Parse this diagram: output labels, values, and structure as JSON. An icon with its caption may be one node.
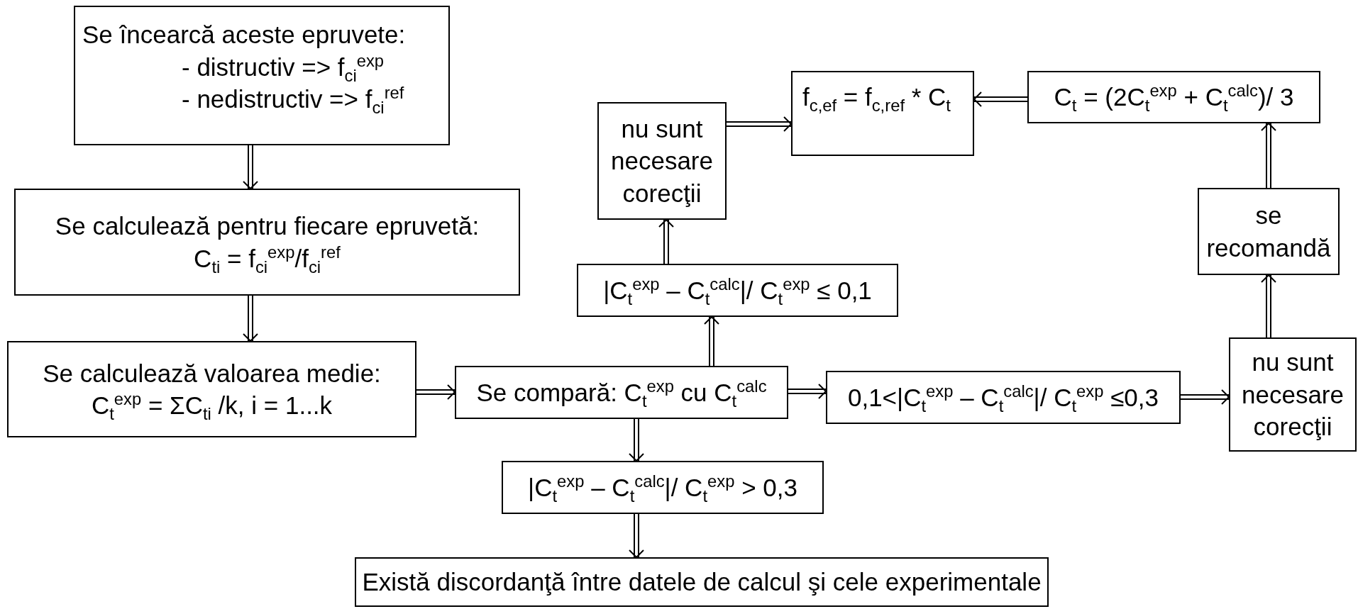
{
  "diagram": {
    "nodes": [
      {
        "text": [
          "Se încearcă aceste epruvete:",
          "- distructiv => f$_{ci}$$^{exp}$",
          "- nedistructiv => f$_{ci}$$^{ref}$"
        ]
      },
      {
        "text": [
          "Se calculează pentru fiecare epruvetă:",
          "C$_{ti}$ = f$_{ci}$$^{exp}$/f$_{ci}$$^{ref}$"
        ]
      },
      {
        "text": [
          "Se calculează valoarea medie:",
          "C$_{t}$$^{exp}$ = ΣC$_{ti}$ /k, i = 1...k"
        ]
      },
      {
        "text": [
          "Se compară: C$_{t}$$^{exp}$ cu C$_{t}$$^{calc}$"
        ]
      },
      {
        "text": [
          "0,1<|C$_{t}$$^{exp}$ – C$_{t}$$^{calc}$|/ C$_{t}$$^{exp}$ ≤0,3"
        ]
      },
      {
        "text": [
          "nu sunt necesare corecţii"
        ]
      },
      {
        "text": [
          "se recomandă"
        ]
      },
      {
        "text": [
          "C$_{t}$ = (2C$_{t}$$^{exp}$ + C$_{t}$$^{calc}$)/ 3"
        ]
      },
      {
        "text": [
          "f$_{c,ef}$ = f$_{c,ref}$ * C$_{t}$"
        ]
      },
      {
        "text": [
          "nu sunt necesare corecţii"
        ]
      },
      {
        "text": [
          "|C$_{t}$$^{exp}$ – C$_{t}$$^{calc}$|/ C$_{t}$$^{exp}$ ≤ 0,1"
        ]
      },
      {
        "text": [
          "|C$_{t}$$^{exp}$ – C$_{t}$$^{calc}$|/ C$_{t}$$^{exp}$ > 0,3"
        ]
      },
      {
        "text": [
          "Există discordanţă între datele de calcul şi cele experimentale"
        ]
      }
    ],
    "edges": [
      {
        "from": 0,
        "to": 1,
        "arrow": "to"
      },
      {
        "from": 1,
        "to": 2,
        "arrow": "to"
      },
      {
        "from": 2,
        "to": 3,
        "arrow": "to"
      },
      {
        "from": 3,
        "to": 4,
        "arrow": "to"
      },
      {
        "from": 4,
        "to": 5,
        "arrow": "to"
      },
      {
        "from": 5,
        "to": 6,
        "arrow": "to"
      },
      {
        "from": 6,
        "to": 7,
        "arrow": "to"
      },
      {
        "from": 7,
        "to": 8,
        "arrow": "to"
      },
      {
        "from": 9,
        "to": 8,
        "arrow": "to"
      },
      {
        "from": 3,
        "to": 10,
        "arrow": "to"
      },
      {
        "from": 10,
        "to": 9,
        "arrow": "to"
      },
      {
        "from": 3,
        "to": 11,
        "arrow": "to"
      },
      {
        "from": 11,
        "to": 12,
        "arrow": "to"
      }
    ]
  }
}
